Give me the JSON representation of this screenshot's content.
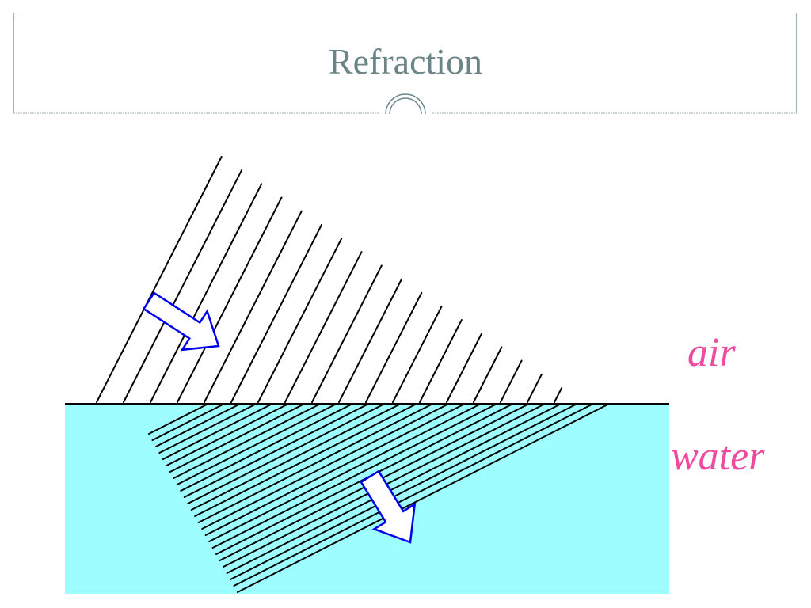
{
  "slide": {
    "title": "Refraction"
  },
  "diagram": {
    "labels": {
      "upper_medium": "air",
      "lower_medium": "water"
    },
    "colors": {
      "water": "#9efeff",
      "wavefront": "#000000",
      "arrow_outline": "#0000ee",
      "label": "#ee4a9e",
      "title": "#6b8587",
      "frame": "#9fb1b3"
    },
    "wavefronts": {
      "air_count": 18,
      "water_count": 26
    }
  }
}
